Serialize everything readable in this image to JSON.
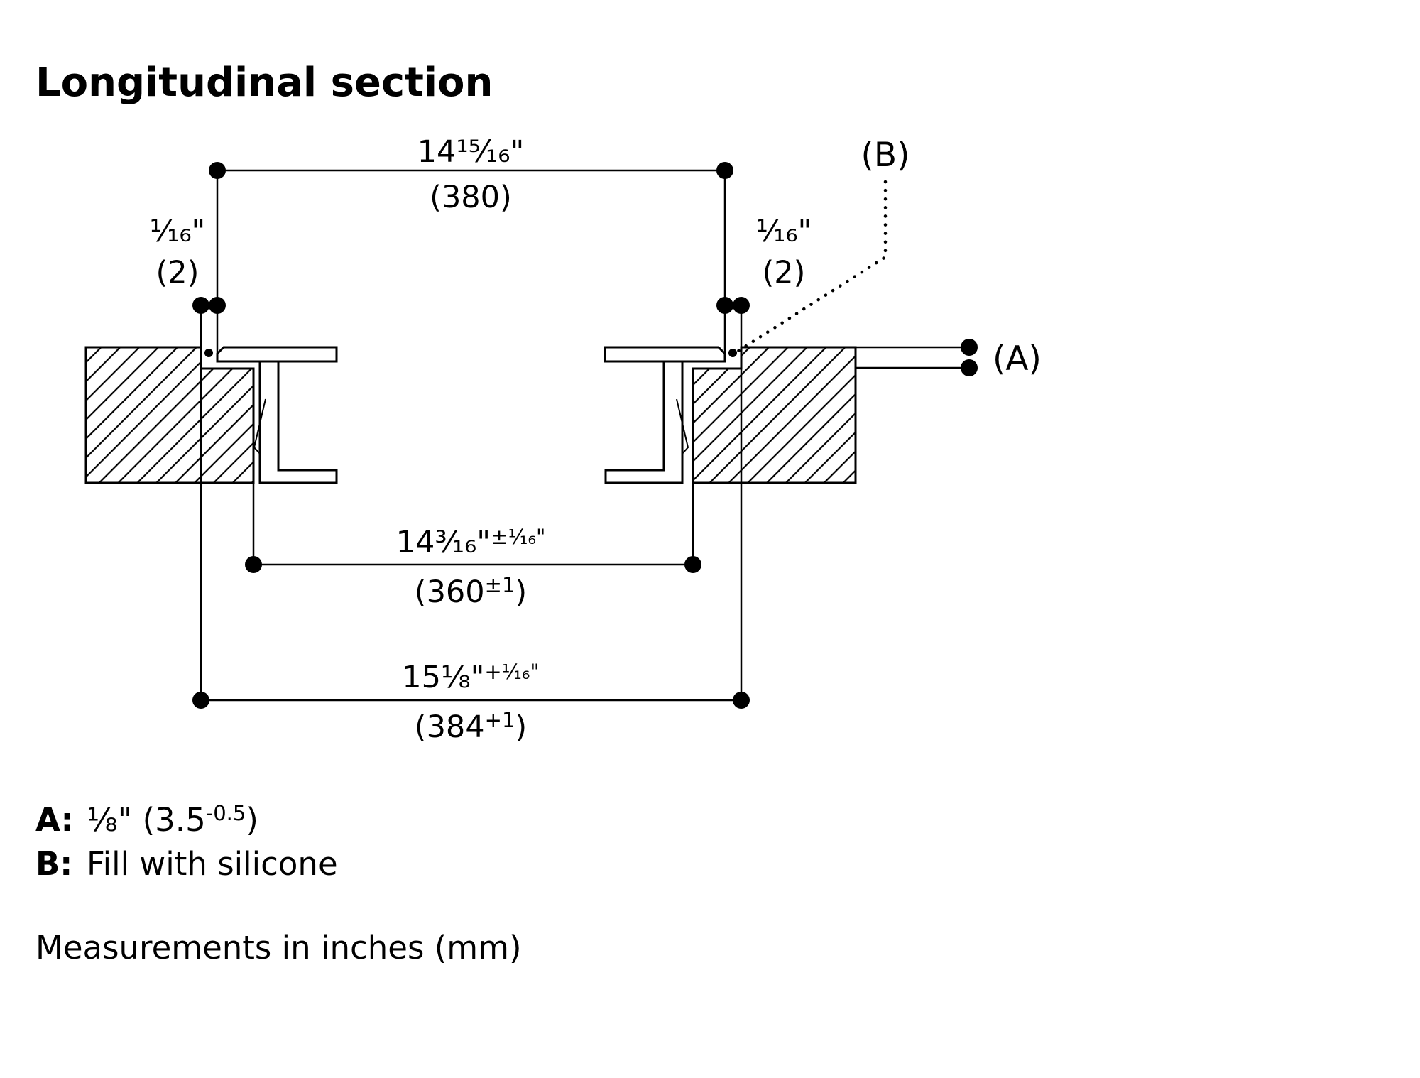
{
  "title": "Longitudinal section",
  "colors": {
    "ink": "#000000",
    "paper": "#ffffff"
  },
  "diagram": {
    "dims": {
      "top": {
        "inches": "14¹⁵⁄₁₆\"",
        "mm": "(380)"
      },
      "gap_left": {
        "inches": "¹⁄₁₆\"",
        "mm": "(2)"
      },
      "gap_right": {
        "inches": "¹⁄₁₆\"",
        "mm": "(2)"
      },
      "middle": {
        "inches_main": "14³⁄₁₆\"",
        "inches_tol": "±¹⁄₁₆\"",
        "mm_base": "(360",
        "mm_sup": "±1",
        "mm_close": ")"
      },
      "bottom": {
        "inches_main": "15⅛\"",
        "inches_tol": "+¹⁄₁₆\"",
        "mm_base": "(384",
        "mm_sup": "+1",
        "mm_close": ")"
      }
    },
    "callouts": {
      "a_label": "(A)",
      "b_label": "(B)"
    }
  },
  "legend": {
    "a_key": "A:",
    "a_value_main": "⅛\" (3.5",
    "a_value_sup": "-0.5",
    "a_value_close": ")",
    "b_key": "B:",
    "b_value": "Fill with silicone",
    "note": "Measurements in inches (mm)"
  }
}
